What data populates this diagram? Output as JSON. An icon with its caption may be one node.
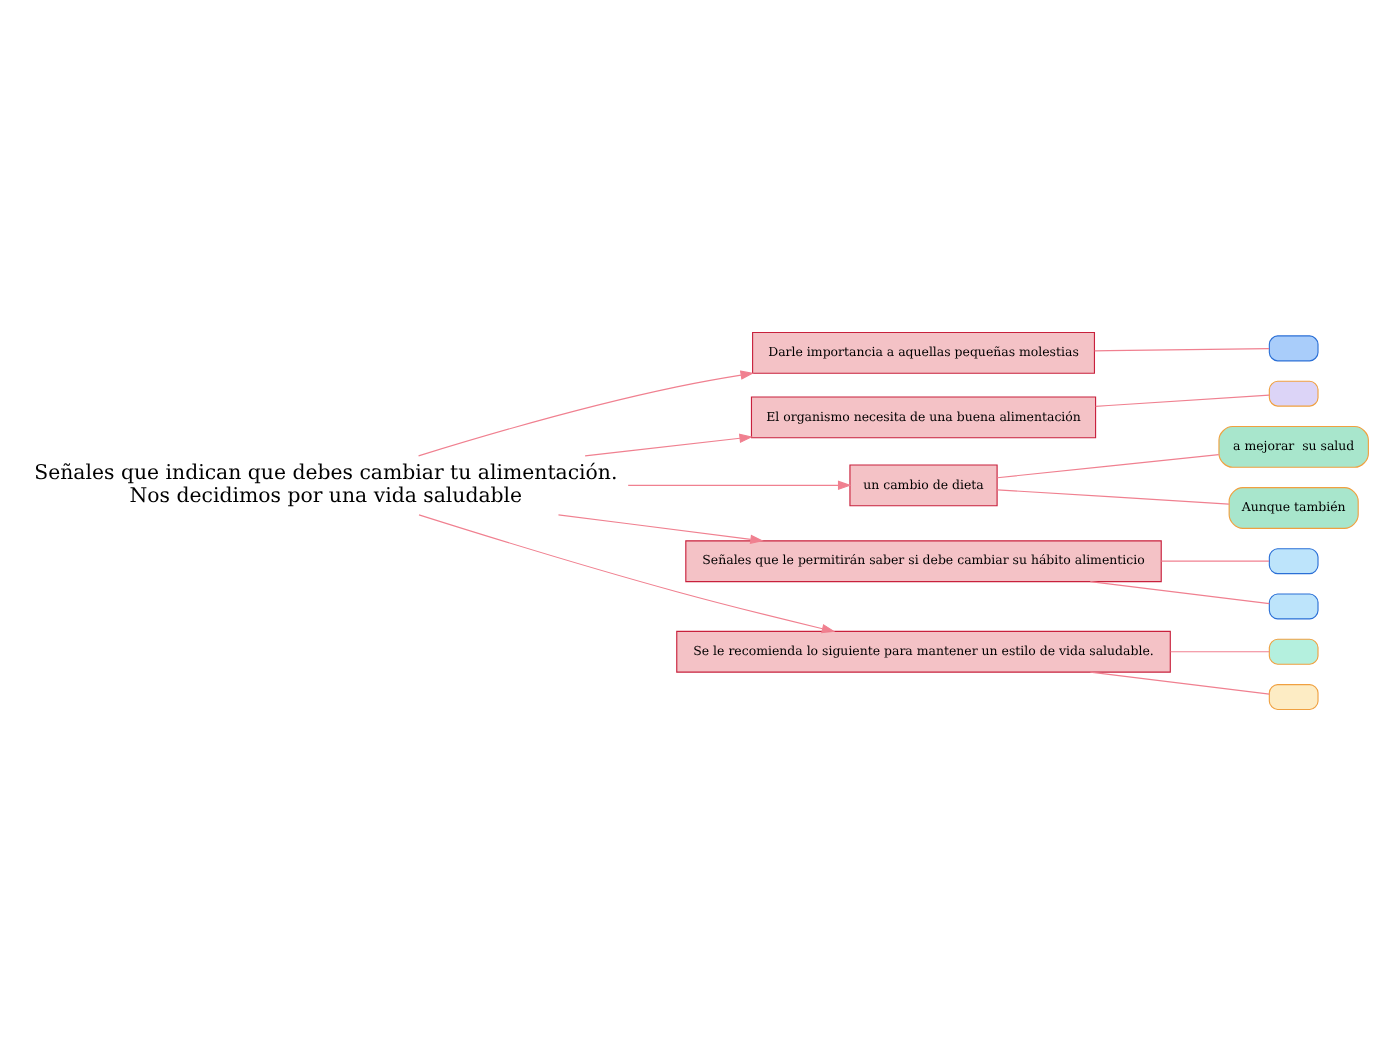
{
  "diagram": {
    "nodes": [
      {
        "text": [
          "Señales que indican que debes cambiar tu alimentación.",
          "Nos decidimos por una vida saludable"
        ]
      },
      {
        "text": [
          "Darle importancia a aquellas pequeñas molestias"
        ]
      },
      {
        "text": [],
        "shape": "box"
      },
      {
        "text": [
          "El organismo necesita de una buena alimentación"
        ]
      },
      {
        "text": [],
        "shape": "box"
      },
      {
        "text": [
          "un cambio de dieta"
        ]
      },
      {
        "text": [
          "a mejorar  su salud"
        ]
      },
      {
        "text": [
          "Aunque también"
        ]
      },
      {
        "text": [
          "Señales que le permitirán saber si debe cambiar su hábito alimenticio"
        ]
      },
      {
        "text": [],
        "shape": "box"
      },
      {
        "text": [],
        "shape": "box"
      },
      {
        "text": [
          "Se le recomienda lo siguiente para mantener un estilo de vida saludable."
        ]
      },
      {
        "text": [],
        "shape": "box"
      },
      {
        "text": [],
        "shape": "box"
      }
    ],
    "edges": [
      {
        "from": 0,
        "to": 1,
        "arrow": "to"
      },
      {
        "from": 0,
        "to": 3,
        "arrow": "to"
      },
      {
        "from": 0,
        "to": 5,
        "arrow": "to"
      },
      {
        "from": 0,
        "to": 8,
        "arrow": "to"
      },
      {
        "from": 0,
        "to": 11,
        "arrow": "to"
      },
      {
        "from": 1,
        "to": 2,
        "arrow": "none"
      },
      {
        "from": 3,
        "to": 4,
        "arrow": "none"
      },
      {
        "from": 5,
        "to": 6,
        "arrow": "none"
      },
      {
        "from": 5,
        "to": 7,
        "arrow": "none"
      },
      {
        "from": 8,
        "to": 9,
        "arrow": "none"
      },
      {
        "from": 8,
        "to": 10,
        "arrow": "none"
      },
      {
        "from": 11,
        "to": 12,
        "arrow": "none"
      },
      {
        "from": 11,
        "to": 13,
        "arrow": "none"
      }
    ]
  }
}
